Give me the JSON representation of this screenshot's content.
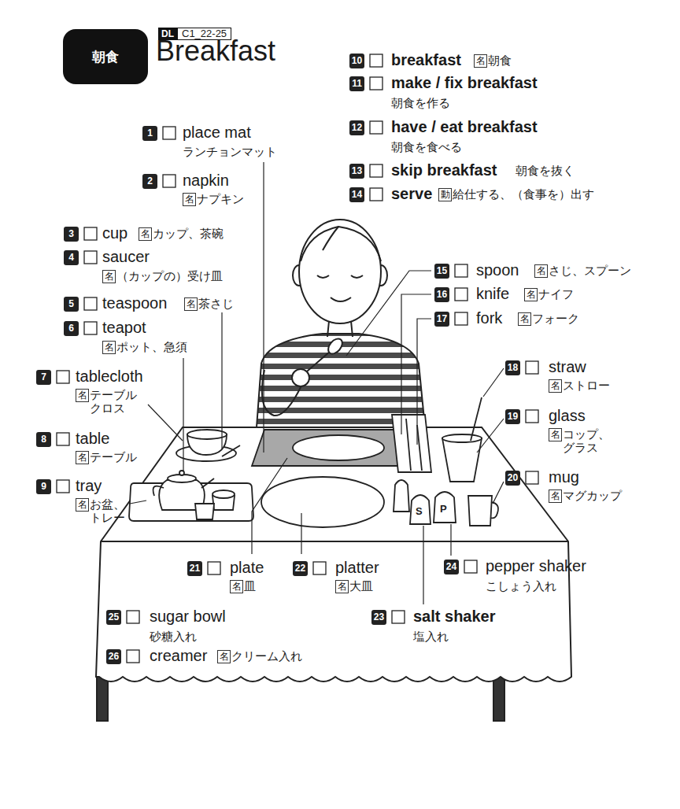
{
  "diagram": {
    "title": "Breakfast",
    "nodes": [
      {
        "text": [
          "朝食"
        ]
      },
      {
        "text": [
          "DL",
          "C1_22-25"
        ]
      }
    ],
    "labels": [
      "1",
      "place mat",
      "ランチョンマット",
      "2",
      "napkin",
      "名",
      "ナプキン",
      "3",
      "cup",
      "名",
      "カップ、茶碗",
      "4",
      "saucer",
      "名",
      "（カップの）受け皿",
      "5",
      "teaspoon",
      "名",
      "茶さじ",
      "6",
      "teapot",
      "名",
      "ポット、急須",
      "7",
      "tablecloth",
      "名",
      "テーブル クロス",
      "8",
      "table",
      "名",
      "テーブル",
      "9",
      "tray",
      "名",
      "お盆、 トレー",
      "10",
      "breakfast",
      "名",
      "朝食",
      "11",
      "make / fix breakfast",
      "朝食を作る",
      "12",
      "have / eat breakfast",
      "朝食を食べる",
      "13",
      "skip breakfast",
      "朝食を抜く",
      "14",
      "serve",
      "動",
      "給仕する、（食事を）出す",
      "15",
      "spoon",
      "名",
      "さじ、スプーン",
      "16",
      "knife",
      "名",
      "ナイフ",
      "17",
      "fork",
      "名",
      "フォーク",
      "18",
      "straw",
      "名",
      "ストロー",
      "19",
      "glass",
      "名",
      "コップ、 グラス",
      "20",
      "mug",
      "名",
      "マグカップ",
      "21",
      "plate",
      "名",
      "皿",
      "22",
      "platter",
      "名",
      "大皿",
      "24",
      "pepper shaker",
      "こしょう入れ",
      "23",
      "salt shaker",
      "塩入れ",
      "25",
      "sugar bowl",
      "砂糖入れ",
      "26",
      "creamer",
      "名",
      "クリーム入れ",
      "S",
      "P"
    ]
  }
}
